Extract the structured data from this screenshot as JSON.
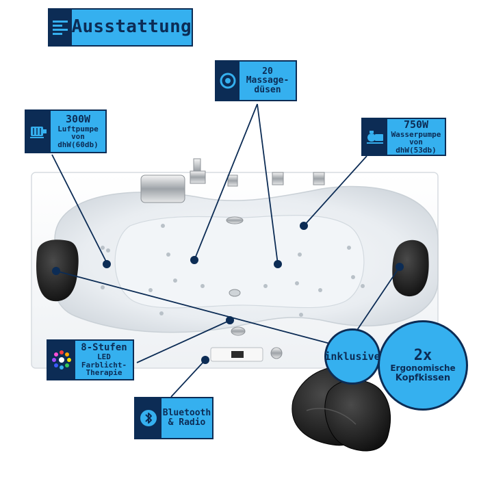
{
  "title": {
    "text": "Ausstattung",
    "icon": "list-icon"
  },
  "jets": {
    "line1": "20",
    "line2": "Massage-",
    "line3": "düsen",
    "icon": "massage-jet-icon"
  },
  "air_pump": {
    "line1": "300W",
    "line2": "Luftpumpe",
    "line3": "von dhW(60db)",
    "icon": "air-pump-icon"
  },
  "water_pump": {
    "line1": "750W",
    "line2": "Wasserpumpe",
    "line3": "von dhW(53db)",
    "icon": "water-pump-icon"
  },
  "led": {
    "line1": "8-Stufen",
    "line2": "LED Farblicht-",
    "line3": "Therapie",
    "icon": "led-color-icon"
  },
  "bluetooth": {
    "line1": "Bluetooth",
    "line2": "& Radio",
    "icon": "bluetooth-icon"
  },
  "included": {
    "text": "inklusive"
  },
  "pillows": {
    "qty": "2x",
    "line1": "Ergonomische",
    "line2": "Kopfkissen"
  },
  "colors": {
    "accent": "#35b0ef",
    "navy": "#0c2c55"
  }
}
